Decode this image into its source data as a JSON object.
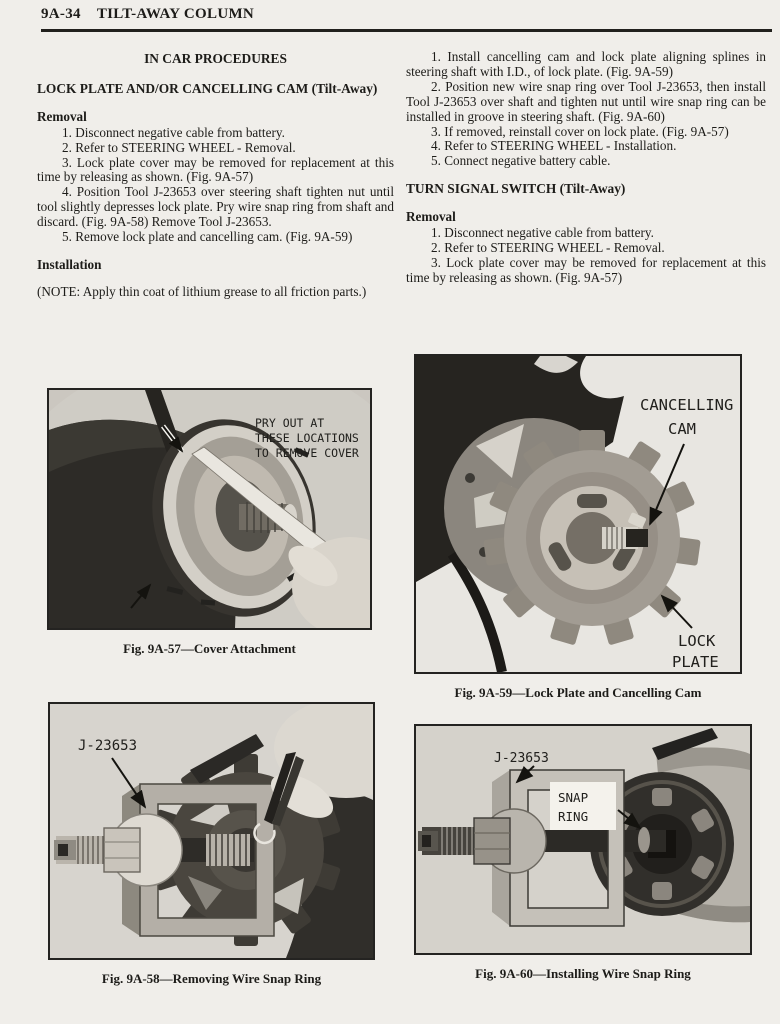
{
  "header": {
    "page_number": "9A-34",
    "title": "TILT-AWAY COLUMN"
  },
  "left_column": {
    "section_heading": "IN CAR PROCEDURES",
    "subsection_heading": "LOCK PLATE AND/OR CANCELLING CAM (Tilt-Away)",
    "removal": {
      "heading": "Removal",
      "steps": [
        "1. Disconnect negative cable from battery.",
        "2. Refer to STEERING WHEEL - Removal.",
        "3. Lock plate cover may be removed for replacement at this time by releasing as shown. (Fig. 9A-57)",
        "4. Position Tool J-23653 over steering shaft tighten nut until tool slightly depresses lock plate. Pry wire snap ring from shaft and discard. (Fig. 9A-58) Remove Tool J-23653.",
        "5. Remove lock plate and cancelling cam. (Fig. 9A-59)"
      ]
    },
    "installation": {
      "heading": "Installation",
      "note": "(NOTE: Apply thin coat of lithium grease to all friction parts.)"
    }
  },
  "right_column": {
    "installation_steps": [
      "1. Install cancelling cam and lock plate aligning splines in steering shaft with I.D., of lock plate. (Fig. 9A-59)",
      "2. Position new wire snap ring over Tool J-23653, then install Tool J-23653 over shaft and tighten nut until wire snap ring can be installed in groove in steering shaft. (Fig. 9A-60)",
      "3. If removed, reinstall cover on lock plate. (Fig. 9A-57)",
      "4. Refer to STEERING WHEEL - Installation.",
      "5. Connect negative battery cable."
    ],
    "turn_signal": {
      "heading": "TURN SIGNAL SWITCH (Tilt-Away)",
      "removal_heading": "Removal",
      "steps": [
        "1. Disconnect negative cable from battery.",
        "2. Refer to STEERING WHEEL - Removal.",
        "3. Lock plate cover may be removed for replacement at this time by releasing as shown. (Fig. 9A-57)"
      ]
    }
  },
  "figures": {
    "fig57": {
      "caption": "Fig. 9A-57—Cover Attachment",
      "labels": [
        "PRY OUT AT",
        "THESE LOCATIONS",
        "TO REMOVE COVER"
      ]
    },
    "fig59": {
      "caption": "Fig. 9A-59—Lock Plate and Cancelling Cam",
      "labels": {
        "cancelling": "CANCELLING",
        "cam": "CAM",
        "lock": "LOCK",
        "plate": "PLATE"
      }
    },
    "fig58": {
      "caption": "Fig. 9A-58—Removing Wire Snap Ring",
      "labels": {
        "tool": "J-23653"
      }
    },
    "fig60": {
      "caption": "Fig. 9A-60—Installing Wire Snap Ring",
      "labels": {
        "tool": "J-23653",
        "snap": "SNAP",
        "ring": "RING"
      }
    }
  },
  "colors": {
    "paper": "#f0eeea",
    "ink": "#21201d"
  }
}
